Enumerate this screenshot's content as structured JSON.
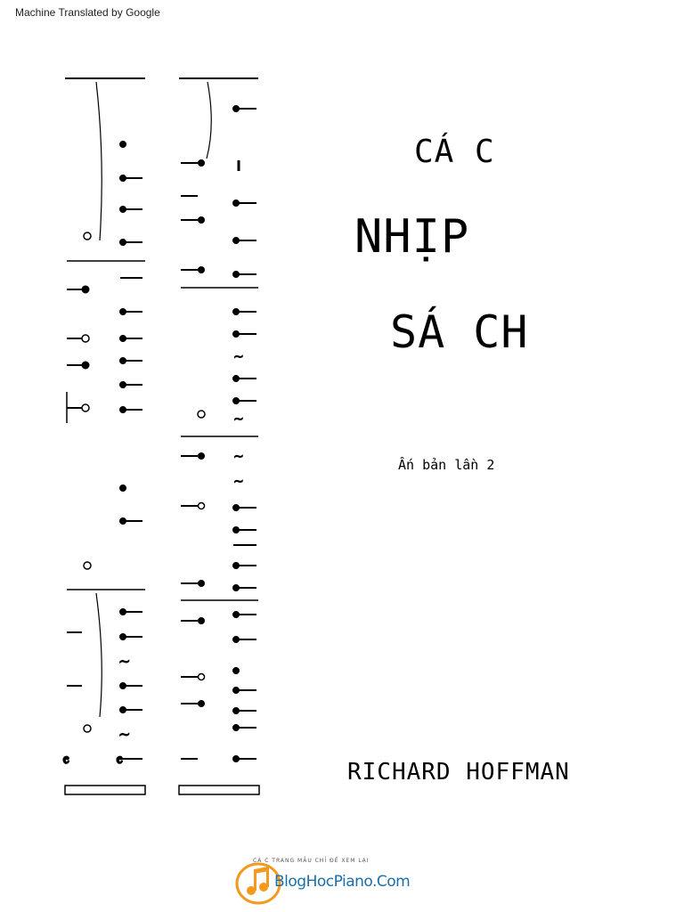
{
  "banner": "Machine Translated by Google",
  "title": {
    "line1": "CÁ C",
    "line2": "NHỊP",
    "line3": "SÁ CH"
  },
  "edition": "Ấn bản lần 2",
  "author": "RICHARD HOFFMAN",
  "logo": {
    "tagline": "CÁ C TRANG MẪU CHỈ ĐỂ XEM LẠI",
    "name": "BlogHocPiano.Com",
    "accent_color": "#f39a1e",
    "text_color": "#1b6fa8"
  },
  "score": {
    "icon": "rotated-rhythm-notation-image",
    "time_signature": "4/4"
  }
}
